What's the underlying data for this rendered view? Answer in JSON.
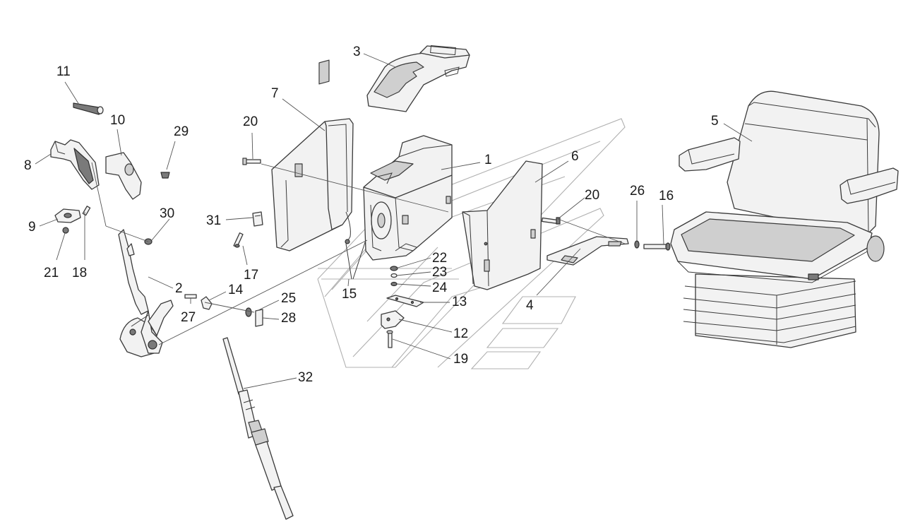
{
  "callouts": [
    {
      "id": "c1",
      "label": "1"
    },
    {
      "id": "c2",
      "label": "2"
    },
    {
      "id": "c3",
      "label": "3"
    },
    {
      "id": "c4",
      "label": "4"
    },
    {
      "id": "c5",
      "label": "5"
    },
    {
      "id": "c6",
      "label": "6"
    },
    {
      "id": "c7",
      "label": "7"
    },
    {
      "id": "c8",
      "label": "8"
    },
    {
      "id": "c9",
      "label": "9"
    },
    {
      "id": "c10",
      "label": "10"
    },
    {
      "id": "c11",
      "label": "11"
    },
    {
      "id": "c12",
      "label": "12"
    },
    {
      "id": "c13",
      "label": "13"
    },
    {
      "id": "c14",
      "label": "14"
    },
    {
      "id": "c15",
      "label": "15"
    },
    {
      "id": "c16",
      "label": "16"
    },
    {
      "id": "c17",
      "label": "17"
    },
    {
      "id": "c18",
      "label": "18"
    },
    {
      "id": "c19",
      "label": "19"
    },
    {
      "id": "c20a",
      "label": "20"
    },
    {
      "id": "c20b",
      "label": "20"
    },
    {
      "id": "c21",
      "label": "21"
    },
    {
      "id": "c22",
      "label": "22"
    },
    {
      "id": "c23",
      "label": "23"
    },
    {
      "id": "c24",
      "label": "24"
    },
    {
      "id": "c25",
      "label": "25"
    },
    {
      "id": "c26",
      "label": "26"
    },
    {
      "id": "c27",
      "label": "27"
    },
    {
      "id": "c28",
      "label": "28"
    },
    {
      "id": "c29",
      "label": "29"
    },
    {
      "id": "c30",
      "label": "30"
    },
    {
      "id": "c31",
      "label": "31"
    },
    {
      "id": "c32",
      "label": "32"
    }
  ]
}
